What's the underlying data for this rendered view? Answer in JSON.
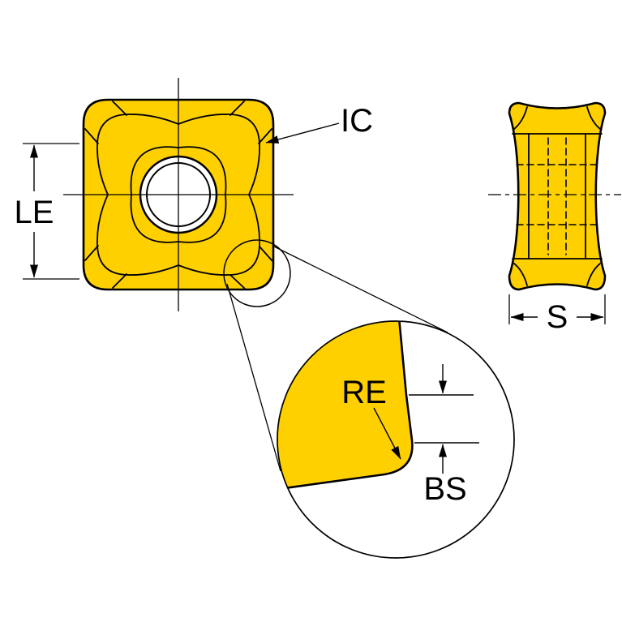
{
  "labels": {
    "edge_length": "LE",
    "inscribed_circle": "IC",
    "thickness": "S",
    "corner_radius": "RE",
    "wiper_edge": "BS"
  },
  "colors": {
    "insert_fill": "#FFD000",
    "line": "#000000",
    "background": "#FFFFFF"
  }
}
